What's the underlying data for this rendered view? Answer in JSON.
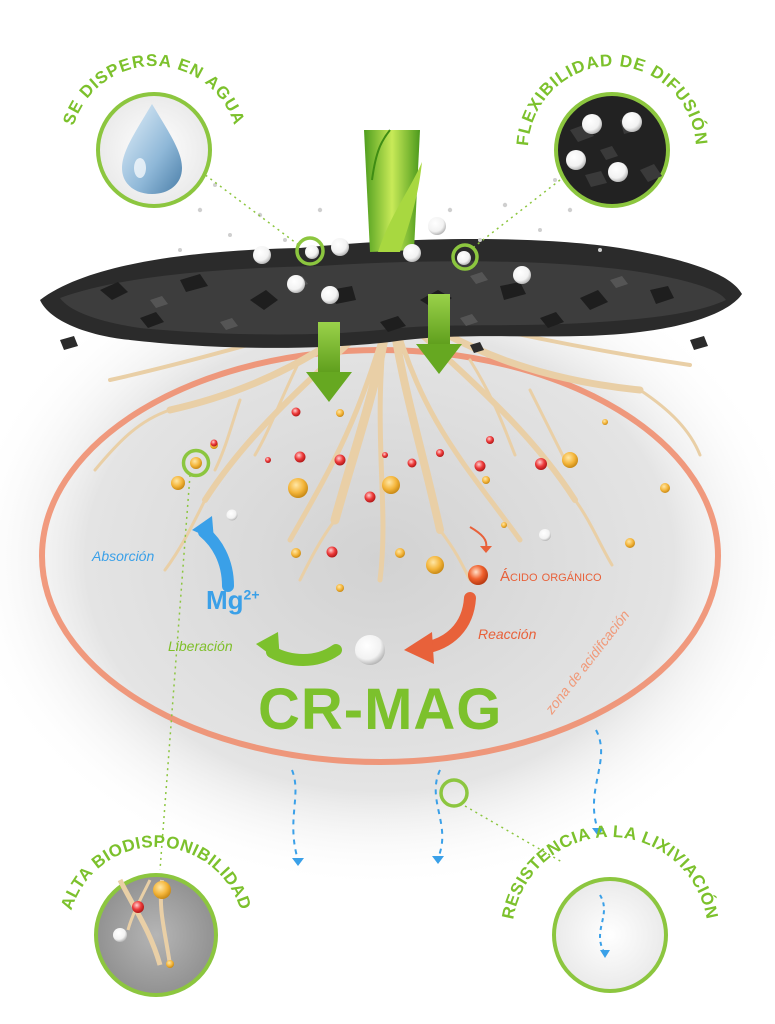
{
  "features": {
    "top_left": "SE DISPERSA EN AGUA",
    "top_right": "FLEXIBILIDAD DE DIFUSIÓN",
    "bottom_left": "ALTA BIODISPONIBILIDAD",
    "bottom_right": "RESISTENCIA A LA LIXIVIACIÓN"
  },
  "labels": {
    "absorcion": "Absorción",
    "liberacion": "Liberación",
    "reaccion": "Reacción",
    "acido": "Ácido orgánico",
    "mg": "Mg",
    "mg_charge": "2+",
    "zona": "zona de acidifcación",
    "product": "CR-MAG"
  },
  "colors": {
    "green": "#8cc63f",
    "orange": "#e8613a",
    "blue": "#3aa0e8",
    "gold": "#f0b030",
    "red": "#e83a3a",
    "ring": "#f08a68"
  }
}
